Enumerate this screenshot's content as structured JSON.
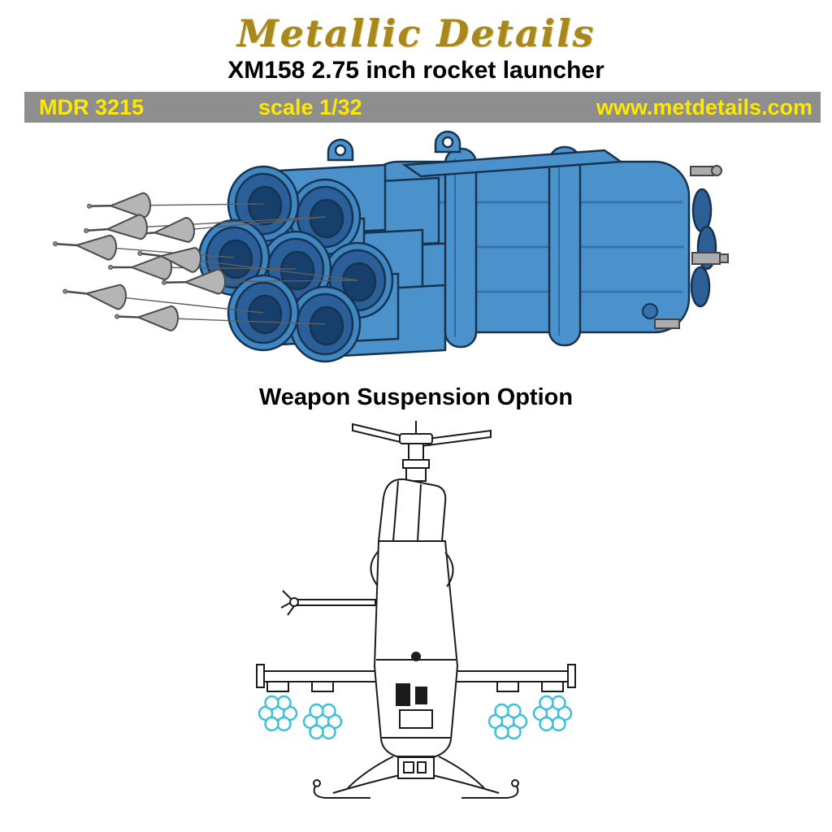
{
  "header": {
    "brand": "Metallic Details",
    "title": "XM158 2.75 inch rocket launcher",
    "banner": {
      "product_code": "MDR 3215",
      "scale": "scale 1/32",
      "website": "www.metdetails.com"
    }
  },
  "sections": {
    "suspension_heading": "Weapon Suspension Option"
  },
  "illustrations": {
    "top": "blue 3D render of XM158 seven-tube rocket pod with gray unguided rockets loading from the left",
    "bottom": "black line drawing, front view of AH-1 helicopter with four seven-tube rocket pods under stub wings"
  },
  "colors": {
    "gold": "#a8871c",
    "banner_background": "#8e8e8e",
    "banner_text": "#ffe800",
    "launcher_blue": "#4b92cc",
    "launcher_outline": "#16334f",
    "rocket_gray": "#b5b5b5",
    "pod_tube_cyan": "#3fc0da"
  }
}
